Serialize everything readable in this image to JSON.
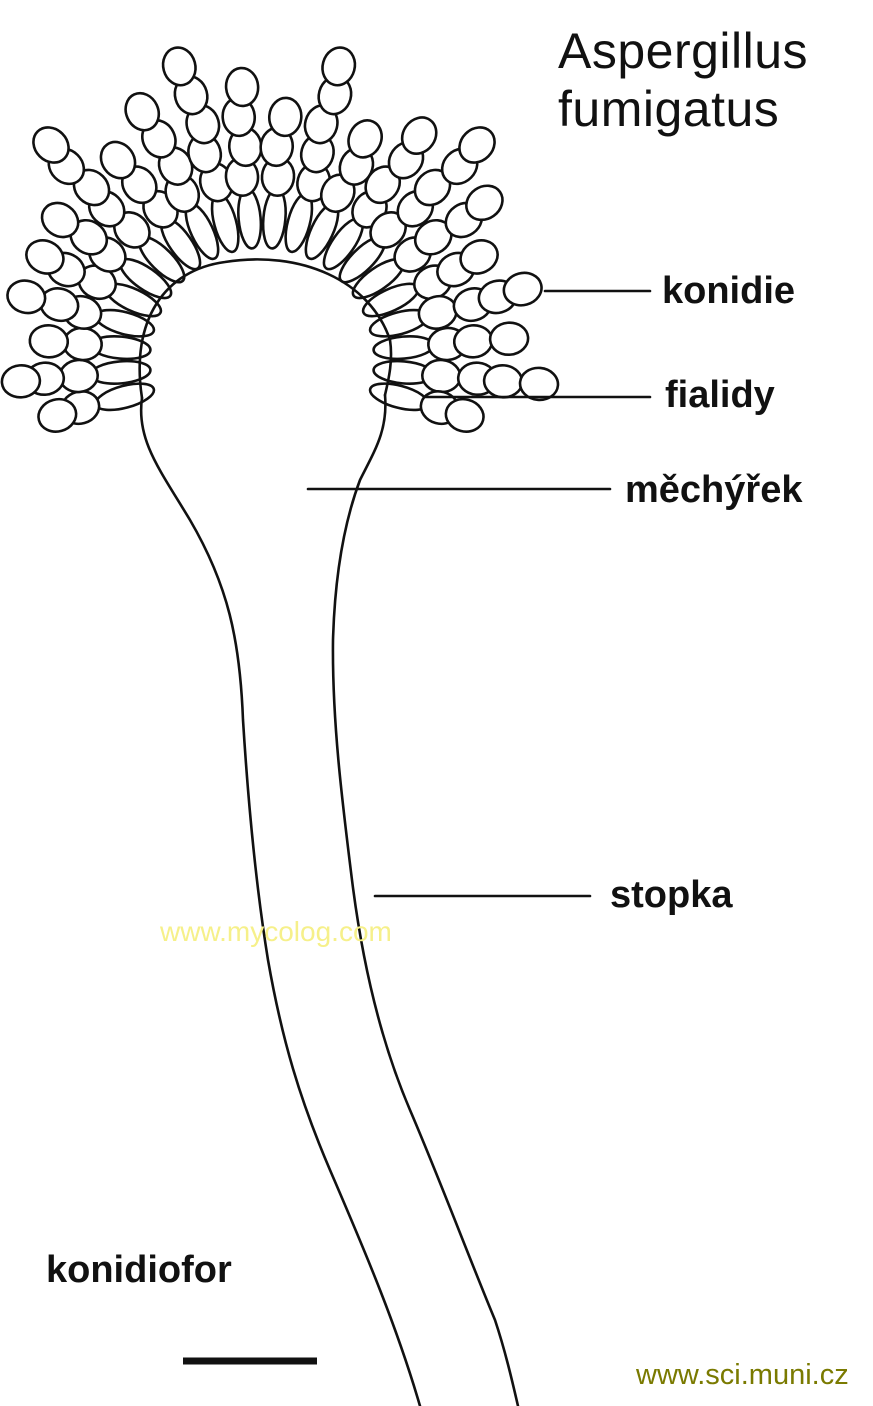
{
  "title": {
    "line1": "Aspergillus",
    "line2": "fumigatus"
  },
  "labels": {
    "konidie": "konidie",
    "fialidy": "fialidy",
    "mechyrek": "měchýřek",
    "stopka": "stopka",
    "konidiofor": "konidiofor"
  },
  "watermark": "www.mycolog.com",
  "source": "www.sci.muni.cz",
  "colors": {
    "line": "#111111",
    "watermark": "#f6f08a",
    "source": "#7a7a00"
  }
}
